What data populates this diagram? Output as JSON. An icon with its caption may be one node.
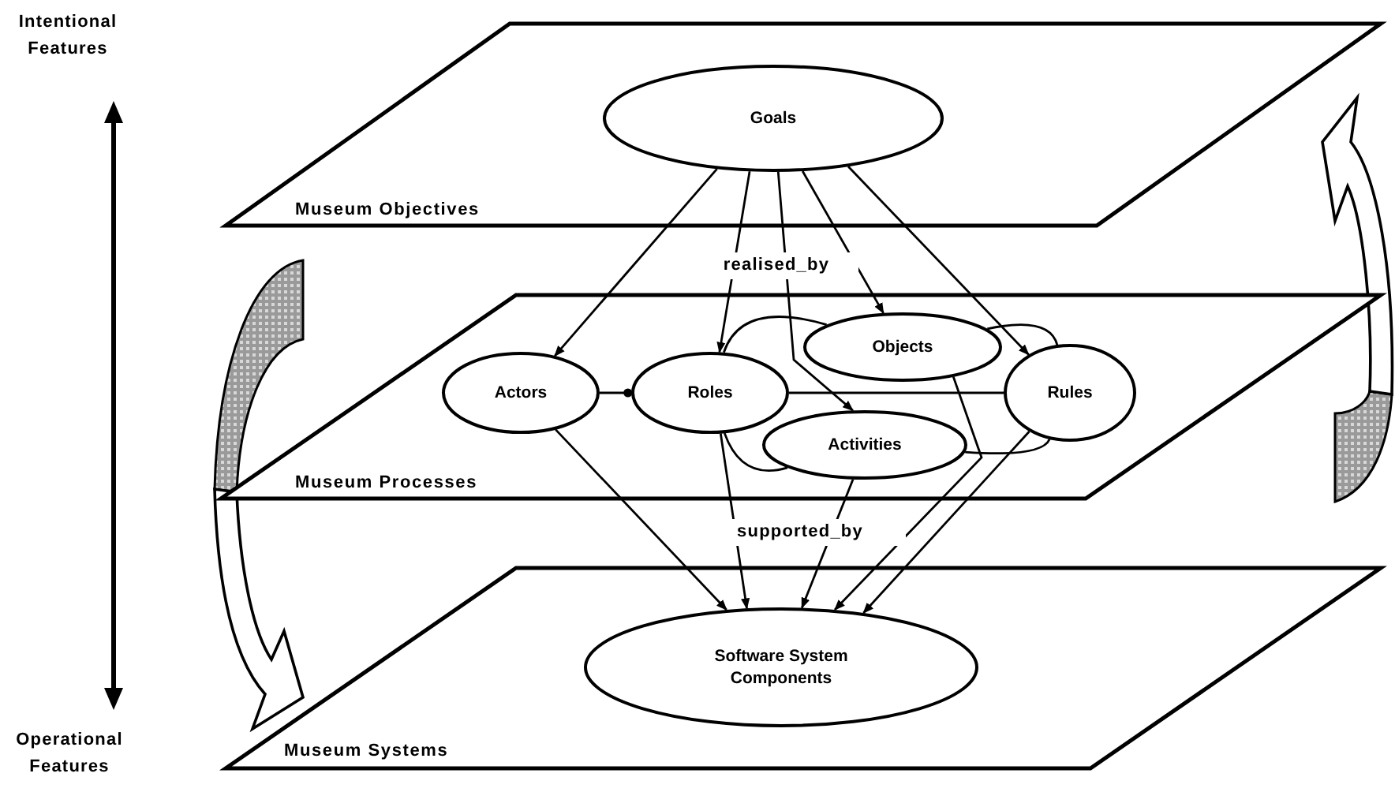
{
  "diagram": {
    "nodes": [
      {
        "text": [
          "Museum Objectives"
        ]
      },
      {
        "text": [
          "Goals"
        ],
        "in": 0
      },
      {
        "text": [
          "Museum Processes"
        ]
      },
      {
        "text": [
          "Actors"
        ],
        "in": 2
      },
      {
        "text": [
          "Roles"
        ],
        "in": 2
      },
      {
        "text": [
          "Objects"
        ],
        "in": 2
      },
      {
        "text": [
          "Activities"
        ],
        "in": 2
      },
      {
        "text": [
          "Rules"
        ],
        "in": 2
      },
      {
        "text": [
          "Museum Systems"
        ]
      },
      {
        "text": [
          "Software System Components"
        ],
        "in": 8
      }
    ],
    "edges": [
      {
        "from": 1,
        "to": 3,
        "arrow": "to"
      },
      {
        "from": 1,
        "to": 4,
        "arrow": "to"
      },
      {
        "from": 1,
        "to": 6,
        "arrow": "to"
      },
      {
        "from": 1,
        "to": 5,
        "arrow": "to"
      },
      {
        "from": 1,
        "to": 7,
        "arrow": "to"
      },
      {
        "from": 3,
        "to": 4,
        "arrow": "other"
      },
      {
        "from": 4,
        "to": 5,
        "arrow": "none"
      },
      {
        "from": 4,
        "to": 7,
        "arrow": "none"
      },
      {
        "from": 4,
        "to": 6,
        "arrow": "none"
      },
      {
        "from": 5,
        "to": 7,
        "arrow": "none"
      },
      {
        "from": 6,
        "to": 7,
        "arrow": "none"
      },
      {
        "from": 3,
        "to": 9,
        "arrow": "to"
      },
      {
        "from": 4,
        "to": 9,
        "arrow": "to"
      },
      {
        "from": 6,
        "to": 9,
        "arrow": "to"
      },
      {
        "from": 5,
        "to": 9,
        "arrow": "to"
      },
      {
        "from": 7,
        "to": 9,
        "arrow": "to"
      }
    ],
    "labels": [
      "Intentional Features",
      "realised_by",
      "supported_by",
      "Operational Features"
    ]
  }
}
